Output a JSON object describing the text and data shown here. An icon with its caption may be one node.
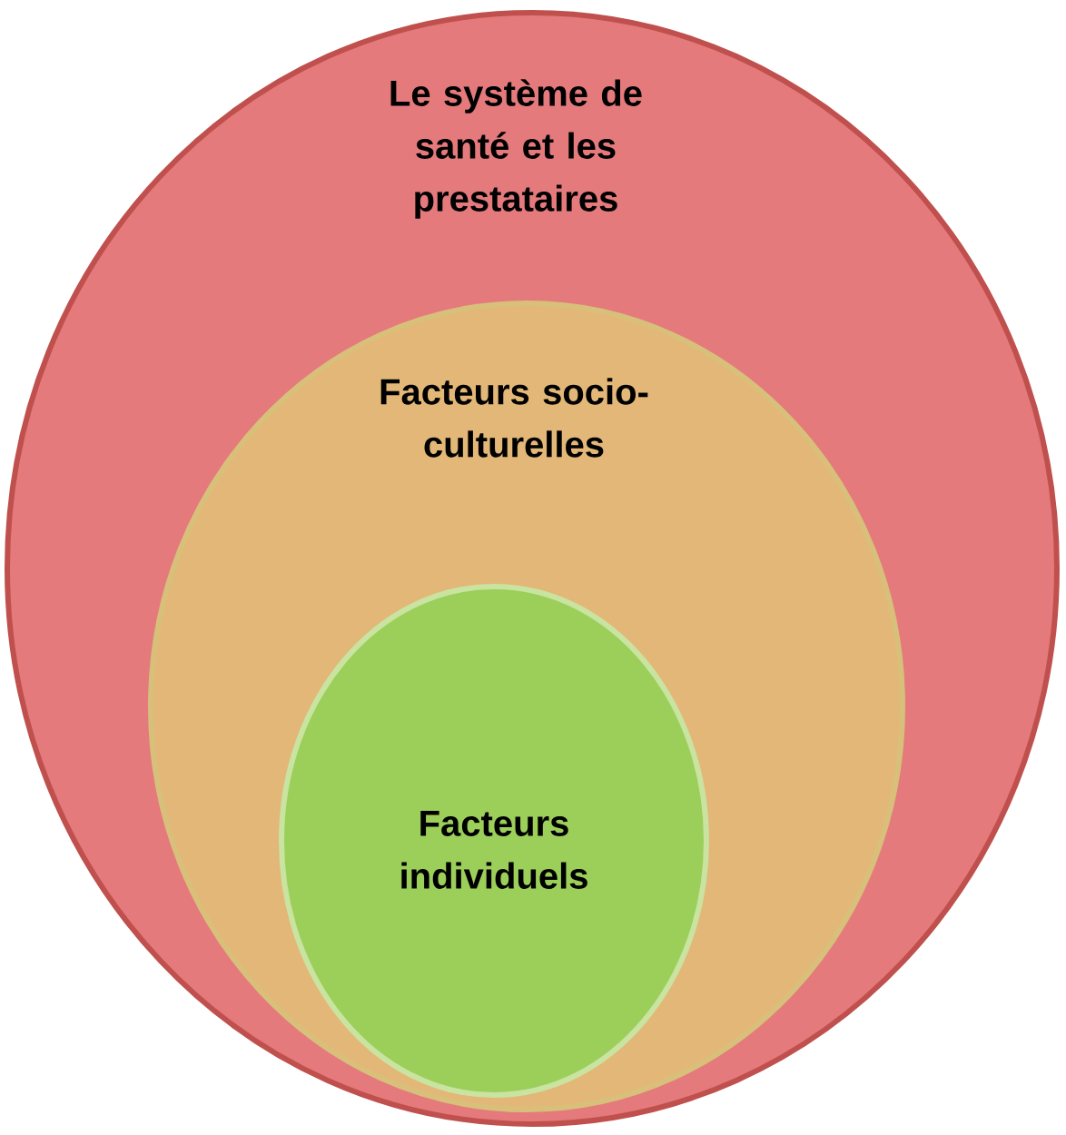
{
  "diagram": {
    "nodes": [
      {
        "text": [
          "Le système de santé et les prestataires"
        ]
      },
      {
        "text": [
          "Facteurs socio-culturelles"
        ],
        "in": 0
      },
      {
        "text": [
          "Facteurs individuels"
        ],
        "in": 1
      }
    ]
  }
}
